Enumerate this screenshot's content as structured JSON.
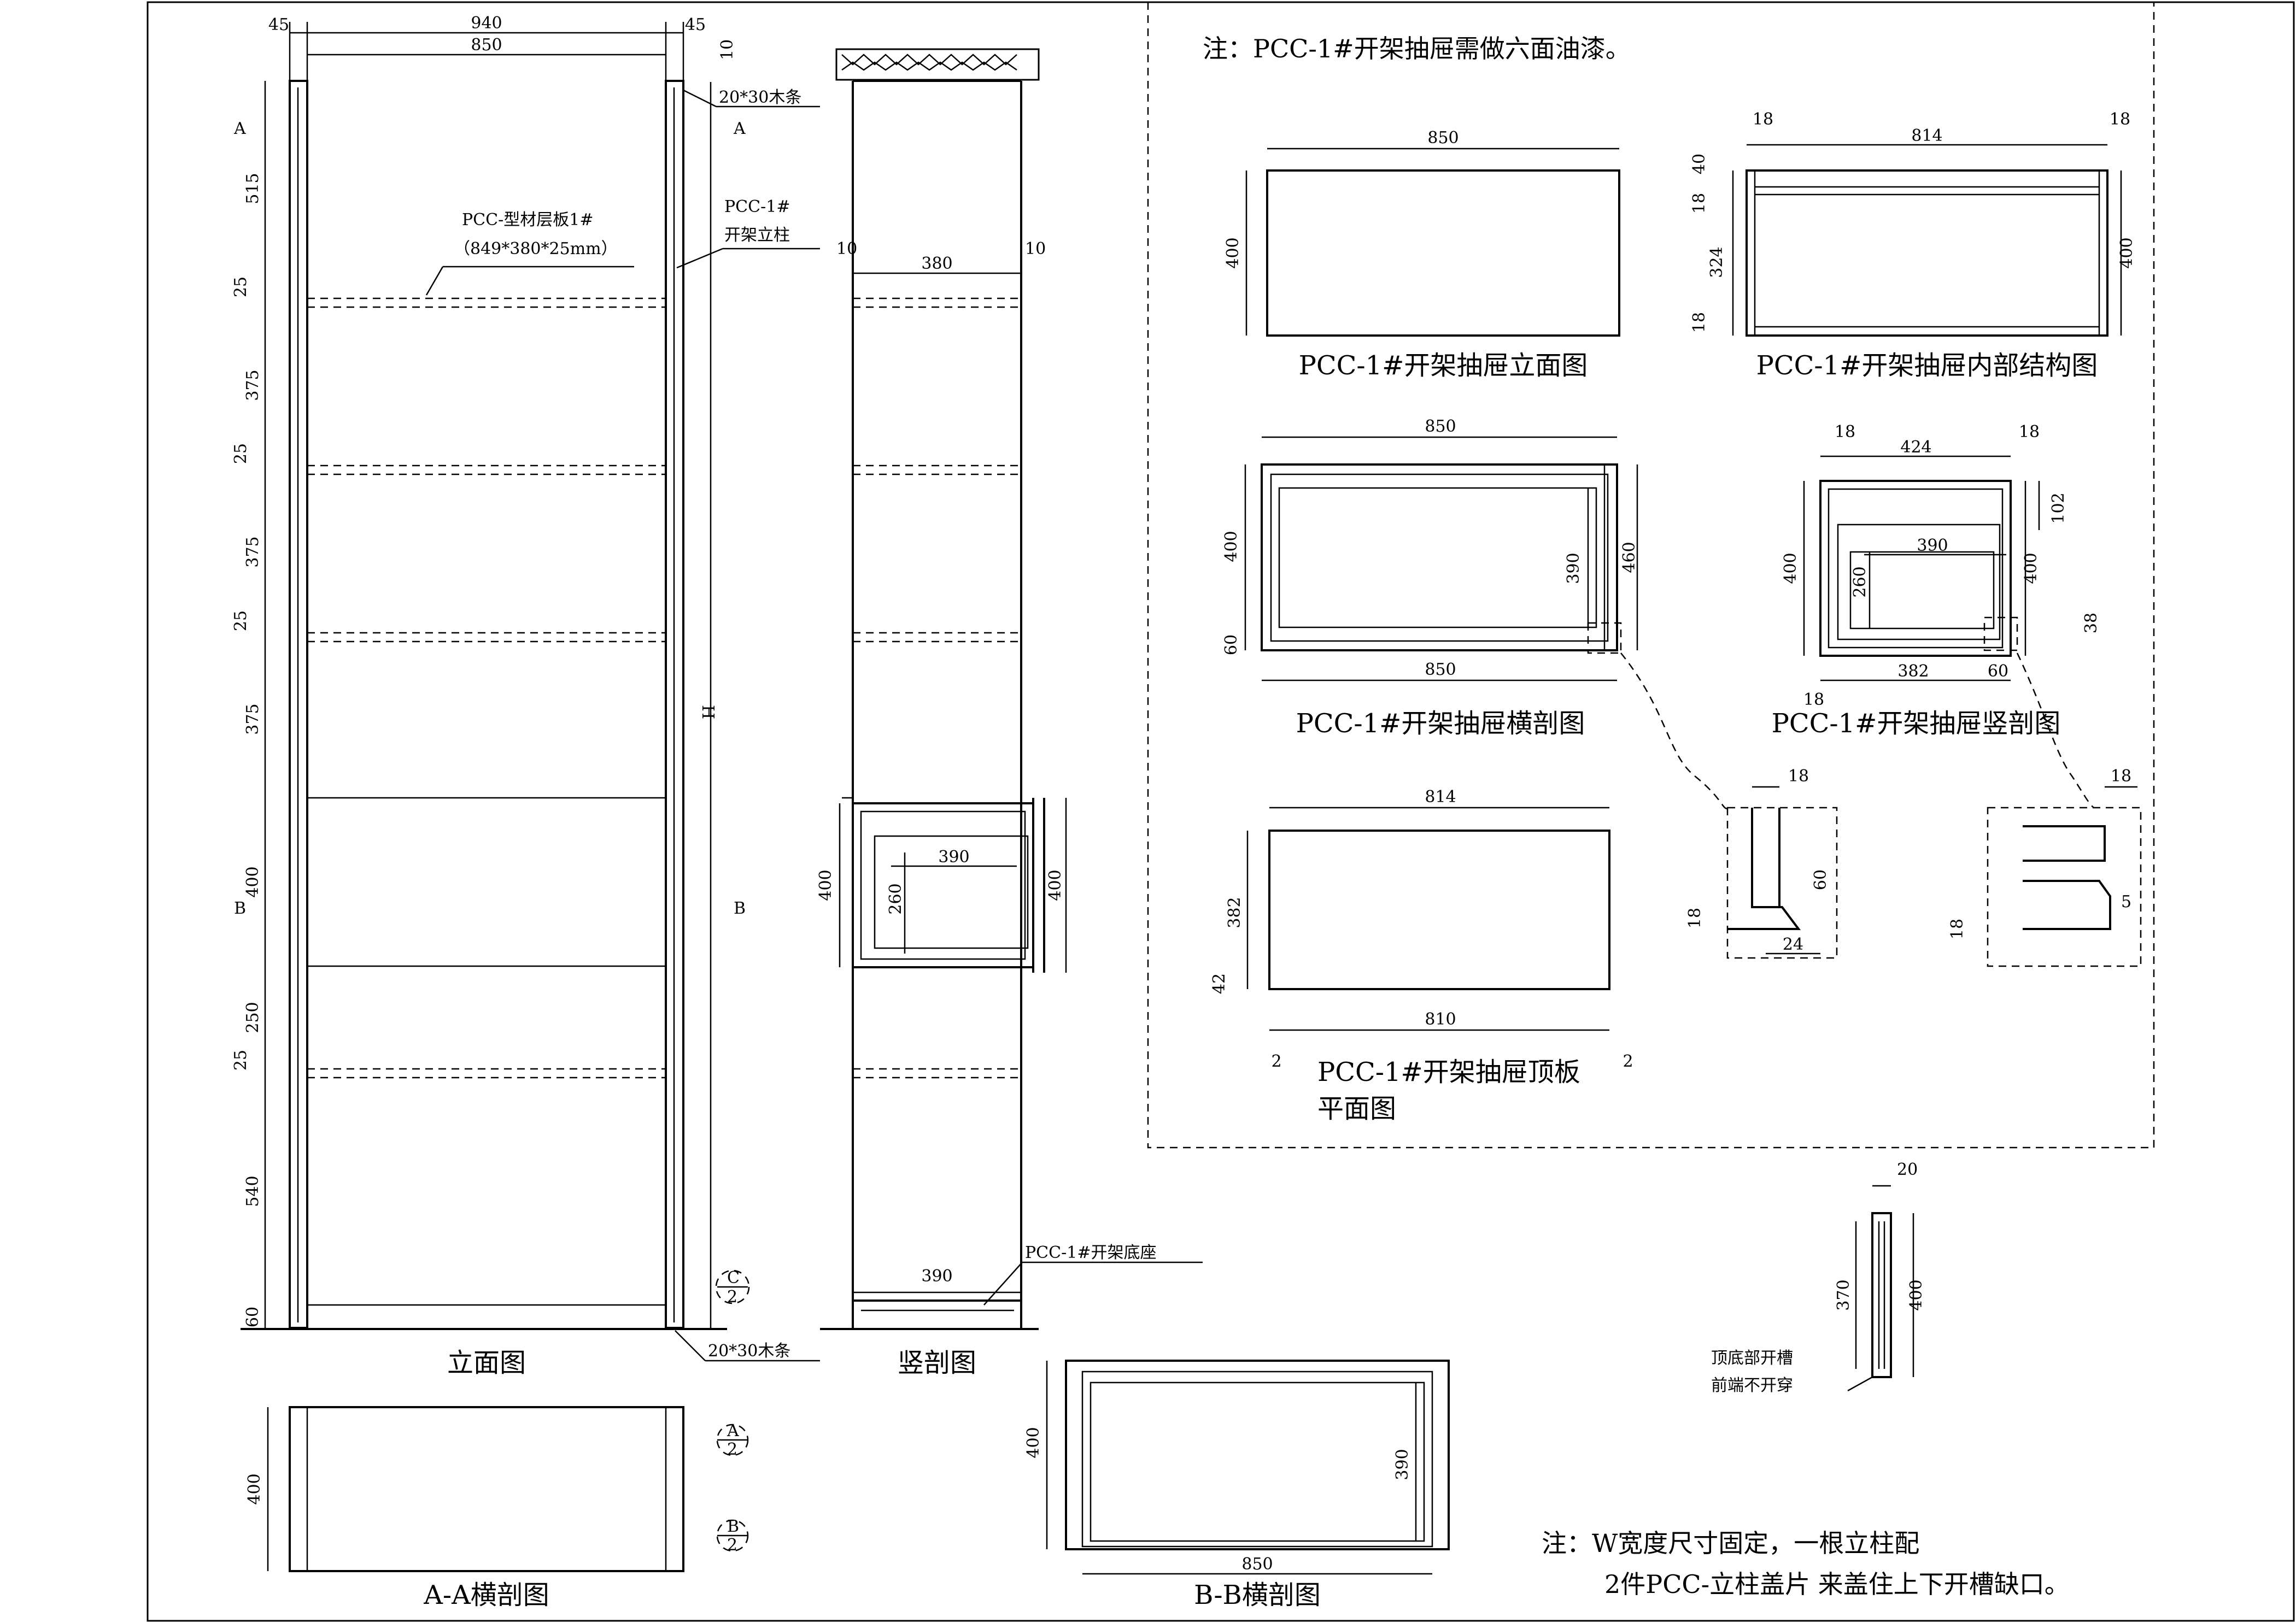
{
  "top_note": "注：PCC-1#开架抽屉需做六面油漆。",
  "bottom_note": {
    "line1": "注：W宽度尺寸固定，一根立柱配",
    "line2": "2件PCC-立柱盖片 来盖住上下开槽缺口。"
  },
  "elevation": {
    "title": "立面图",
    "dims_top": [
      "45",
      "940",
      "45",
      "850",
      "10"
    ],
    "dims_left": [
      "515",
      "25",
      "375",
      "25",
      "375",
      "25",
      "375",
      "400",
      "250",
      "25",
      "540",
      "60"
    ],
    "height_label": "H",
    "section_marks": [
      "A",
      "A",
      "B",
      "B"
    ],
    "callouts": {
      "wood_strip_top": "20*30木条",
      "wood_strip_bottom": "20*30木条",
      "shelf_name": "PCC-型材层板1#",
      "shelf_size": "（849*380*25mm）",
      "post_name": "PCC-1#",
      "post_desc": "开架立柱"
    },
    "detail_mark": {
      "letter": "C",
      "sheet": "2"
    }
  },
  "section": {
    "title": "竖剖图",
    "dims": [
      "10",
      "380",
      "10",
      "390",
      "400",
      "260",
      "400",
      "390"
    ],
    "base_label": "PCC-1#开架底座"
  },
  "drawer_views": [
    {
      "title": "PCC-1#开架抽屉立面图",
      "dims": [
        "850",
        "400"
      ]
    },
    {
      "title": "PCC-1#开架抽屉内部结构图",
      "dims": [
        "18",
        "814",
        "18",
        "40",
        "18",
        "324",
        "18",
        "400"
      ]
    },
    {
      "title": "PCC-1#开架抽屉横剖图",
      "dims": [
        "850",
        "400",
        "390",
        "460",
        "60",
        "850"
      ]
    },
    {
      "title": "PCC-1#开架抽屉竖剖图",
      "dims": [
        "18",
        "424",
        "18",
        "102",
        "390",
        "400",
        "260",
        "400",
        "38",
        "18",
        "382",
        "60"
      ]
    },
    {
      "title_line1": "PCC-1#开架抽屉顶板",
      "title_line2": "平面图",
      "dims": [
        "814",
        "382",
        "42",
        "810",
        "2",
        "2"
      ]
    }
  ],
  "detail_views": [
    {
      "dims": [
        "18",
        "60",
        "18",
        "24"
      ]
    },
    {
      "dims": [
        "18",
        "5",
        "18"
      ]
    }
  ],
  "section_aa": {
    "title": "A-A横剖图",
    "dims": [
      "400"
    ],
    "marks": [
      {
        "letter": "A",
        "sheet": "2"
      },
      {
        "letter": "B",
        "sheet": "2"
      }
    ]
  },
  "section_bb": {
    "title": "B-B横剖图",
    "dims": [
      "400",
      "390",
      "850"
    ]
  },
  "post_detail": {
    "dims": [
      "20",
      "370",
      "400"
    ],
    "note_line1": "顶底部开槽",
    "note_line2": "前端不开穿"
  }
}
